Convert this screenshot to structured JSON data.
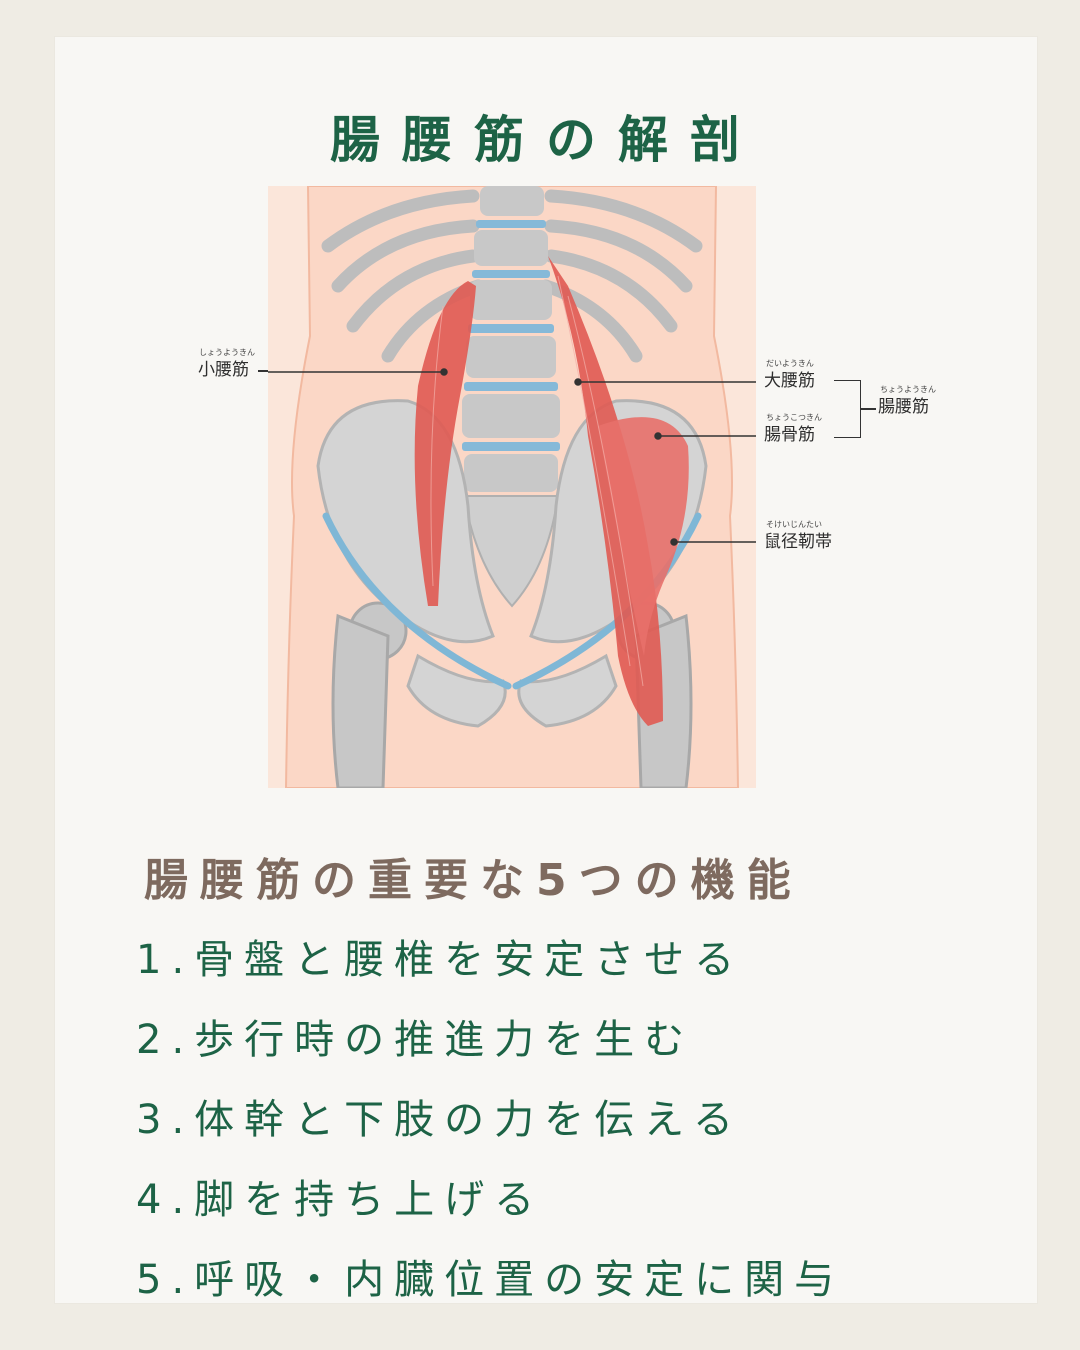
{
  "title": "腸腰筋の解剖",
  "diagram": {
    "labels": {
      "psoas_minor": {
        "text": "小腰筋",
        "ruby": "しょうようきん"
      },
      "psoas_major": {
        "text": "大腰筋",
        "ruby": "だいようきん"
      },
      "iliacus": {
        "text": "腸骨筋",
        "ruby": "ちょうこつきん"
      },
      "iliopsoas": {
        "text": "腸腰筋",
        "ruby": "ちょうようきん"
      },
      "inguinal_ligament": {
        "text": "鼠径靭帯",
        "ruby": "そけいじんたい"
      }
    },
    "colors": {
      "muscle": "#e05a52",
      "bone": "#c9c9c9",
      "ligament": "#7fb7d6",
      "skin": "#fbe6da"
    }
  },
  "subtitle": "腸腰筋の重要な5つの機能",
  "functions": [
    {
      "num": "1.",
      "text": "骨盤と腰椎を安定させる"
    },
    {
      "num": "2.",
      "text": "歩行時の推進力を生む"
    },
    {
      "num": "3.",
      "text": "体幹と下肢の力を伝える"
    },
    {
      "num": "4.",
      "text": "脚を持ち上げる"
    },
    {
      "num": "5.",
      "text": "呼吸・内臓位置の安定に関与"
    }
  ]
}
